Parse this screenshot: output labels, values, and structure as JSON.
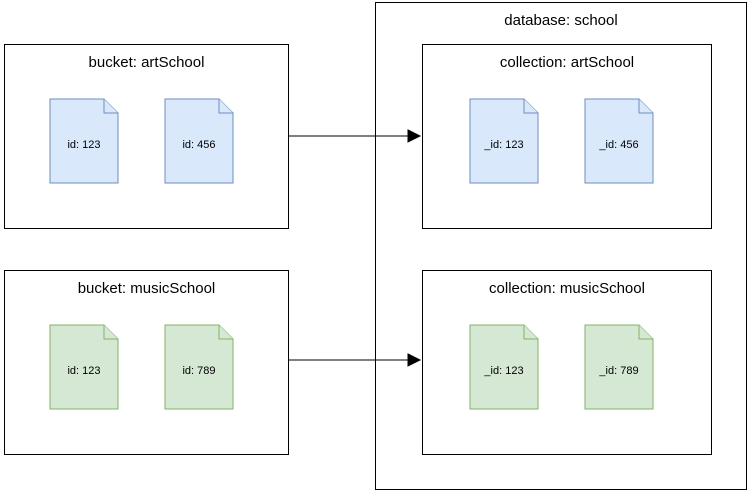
{
  "diagram": {
    "database": {
      "label": "database: school"
    },
    "buckets": [
      {
        "label": "bucket: artSchool",
        "color": "blue",
        "docs": [
          "id: 123",
          "id: 456"
        ]
      },
      {
        "label": "bucket: musicSchool",
        "color": "green",
        "docs": [
          "id: 123",
          "id: 789"
        ]
      }
    ],
    "collections": [
      {
        "label": "collection: artSchool",
        "color": "blue",
        "docs": [
          "_id: 123",
          "_id: 456"
        ]
      },
      {
        "label": "collection: musicSchool",
        "color": "green",
        "docs": [
          "_id: 123",
          "_id: 789"
        ]
      }
    ],
    "colors": {
      "doc_blue_fill": "#dae8fc",
      "doc_blue_stroke": "#6c8ebf",
      "doc_green_fill": "#d5e8d4",
      "doc_green_stroke": "#82b366",
      "box_stroke": "#000000",
      "arrow": "#000000",
      "background": "#ffffff"
    }
  }
}
